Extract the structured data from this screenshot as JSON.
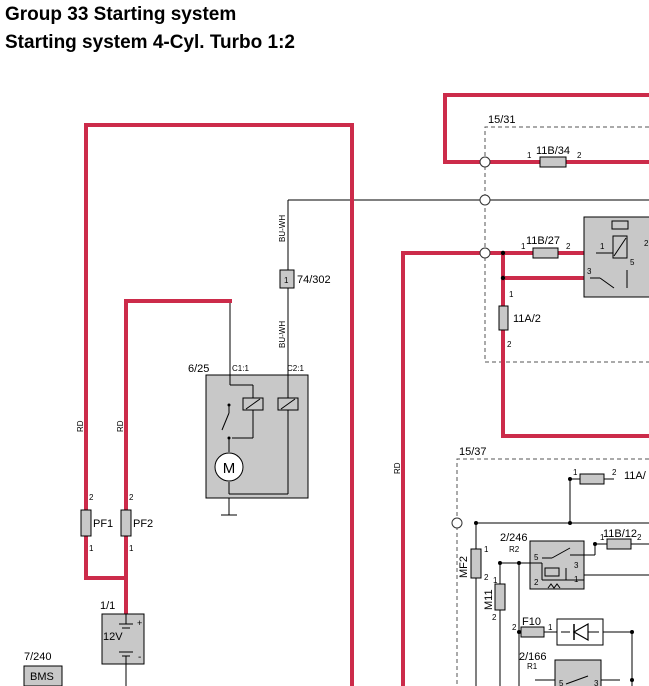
{
  "header": {
    "title": "Group 33 Starting system",
    "subtitle": "Starting system 4-Cyl. Turbo 1:2"
  },
  "colors": {
    "power_wire": "#cc2b4a",
    "signal_wire": "#000000",
    "component_fill": "#c8c8c8",
    "dashed_border": "#555555"
  },
  "wires": {
    "rd": "RD",
    "bu_wh": "BU-WH"
  },
  "zones": {
    "upper": "15/31",
    "lower": "15/37"
  },
  "components": {
    "starter": "6/25",
    "starter_c1": "C1:1",
    "starter_c2": "C2:1",
    "motor": "M",
    "connector": "74/302",
    "connector_pin": "1",
    "battery": "1/1",
    "battery_v": "12V",
    "battery_plus": "+",
    "battery_minus": "-",
    "bms_ref": "7/240",
    "bms": "BMS",
    "relay_upper_pins": [
      "3",
      "1",
      "5",
      "2"
    ],
    "relay_r2": "2/246",
    "relay_r2_name": "R2",
    "relay_r2_pins": [
      "5",
      "3",
      "2",
      "1"
    ],
    "relay_r1": "2/166",
    "relay_r1_name": "R1",
    "relay_r1_pins": [
      "5",
      "3"
    ]
  },
  "fuses": {
    "pf1": "PF1",
    "pf2": "PF2",
    "f11b34": "11B/34",
    "f11b27": "11B/27",
    "f11a2": "11A/2",
    "f11a_partial": "11A/",
    "f11b12": "11B/12",
    "mf2": "MF2",
    "m11": "M11",
    "f10": "F10",
    "pin1": "1",
    "pin2": "2"
  }
}
